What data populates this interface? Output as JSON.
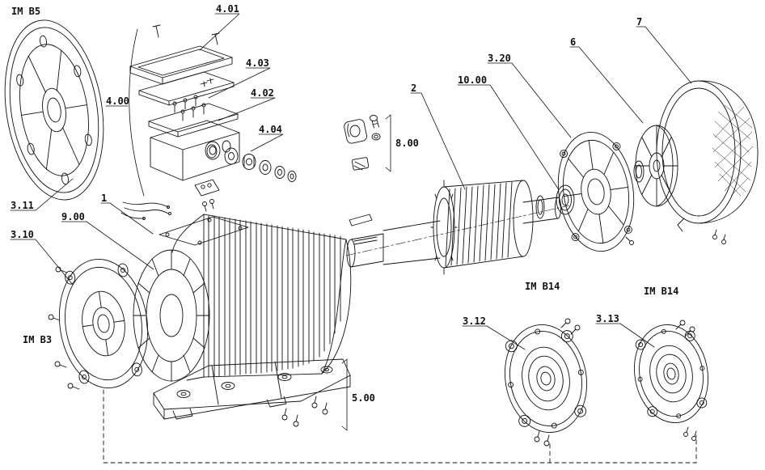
{
  "diagram": {
    "line_color": "#111111",
    "background_color": "#ffffff"
  },
  "labels": {
    "im_b5": "IM B5",
    "im_b3": "IM B3",
    "im_b14_left": "IM B14",
    "im_b14_right": "IM B14",
    "part_1": "1",
    "part_2": "2",
    "part_6": "6",
    "part_7": "7",
    "part_3_10": "3.10",
    "part_3_11": "3.11",
    "part_3_12": "3.12",
    "part_3_13": "3.13",
    "part_3_20": "3.20",
    "part_4_00": "4.00",
    "part_4_01": "4.01",
    "part_4_02": "4.02",
    "part_4_03": "4.03",
    "part_4_04": "4.04",
    "part_5_00": "5.00",
    "part_8_00": "8.00",
    "part_9_00": "9.00",
    "part_10_00": "10.00"
  }
}
